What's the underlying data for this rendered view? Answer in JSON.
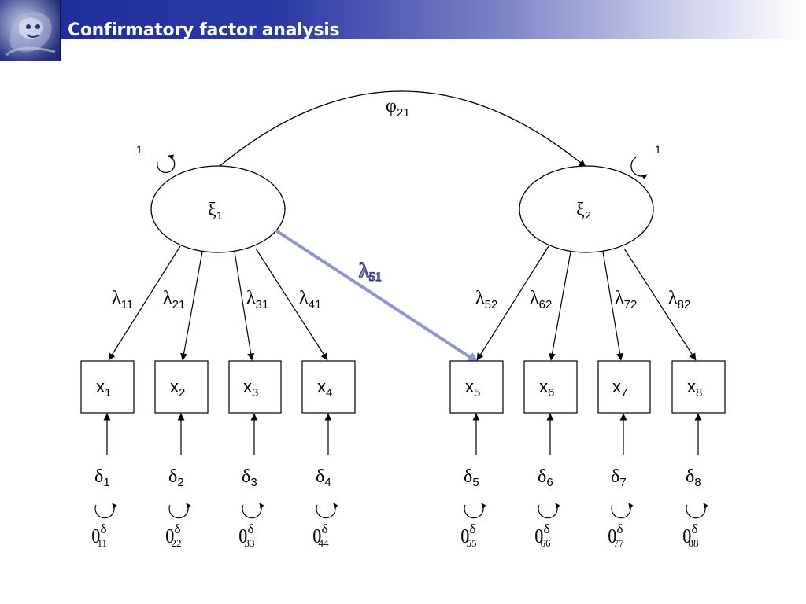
{
  "header": {
    "title": "Confirmatory factor analysis"
  },
  "diagram": {
    "factors": [
      {
        "id": "xi1",
        "symbol": "ξ",
        "sub": "1",
        "variance_label": "1"
      },
      {
        "id": "xi2",
        "symbol": "ξ",
        "sub": "2",
        "variance_label": "1"
      }
    ],
    "covariance": {
      "symbol": "φ",
      "sub": "21"
    },
    "indicators": [
      {
        "symbol": "x",
        "sub": "1",
        "factor": 0,
        "loading_symbol": "λ",
        "loading_sub": "11",
        "error_symbol": "δ",
        "error_sub": "1",
        "theta_symbol": "θ",
        "theta_sub": "11",
        "theta_sup": "δ"
      },
      {
        "symbol": "x",
        "sub": "2",
        "factor": 0,
        "loading_symbol": "λ",
        "loading_sub": "21",
        "error_symbol": "δ",
        "error_sub": "2",
        "theta_symbol": "θ",
        "theta_sub": "22",
        "theta_sup": "δ"
      },
      {
        "symbol": "x",
        "sub": "3",
        "factor": 0,
        "loading_symbol": "λ",
        "loading_sub": "31",
        "error_symbol": "δ",
        "error_sub": "3",
        "theta_symbol": "θ",
        "theta_sub": "33",
        "theta_sup": "δ"
      },
      {
        "symbol": "x",
        "sub": "4",
        "factor": 0,
        "loading_symbol": "λ",
        "loading_sub": "41",
        "error_symbol": "δ",
        "error_sub": "4",
        "theta_symbol": "θ",
        "theta_sub": "44",
        "theta_sup": "δ"
      },
      {
        "symbol": "x",
        "sub": "5",
        "factor": 1,
        "loading_symbol": "λ",
        "loading_sub": "52",
        "error_symbol": "δ",
        "error_sub": "5",
        "theta_symbol": "θ",
        "theta_sub": "55",
        "theta_sup": "δ"
      },
      {
        "symbol": "x",
        "sub": "6",
        "factor": 1,
        "loading_symbol": "λ",
        "loading_sub": "62",
        "error_symbol": "δ",
        "error_sub": "6",
        "theta_symbol": "θ",
        "theta_sub": "66",
        "theta_sup": "δ"
      },
      {
        "symbol": "x",
        "sub": "7",
        "factor": 1,
        "loading_symbol": "λ",
        "loading_sub": "72",
        "error_symbol": "δ",
        "error_sub": "7",
        "theta_symbol": "θ",
        "theta_sub": "77",
        "theta_sup": "δ"
      },
      {
        "symbol": "x",
        "sub": "8",
        "factor": 1,
        "loading_symbol": "λ",
        "loading_sub": "82",
        "error_symbol": "δ",
        "error_sub": "8",
        "theta_symbol": "θ",
        "theta_sub": "88",
        "theta_sup": "δ"
      }
    ],
    "cross_loading": {
      "symbol": "λ",
      "sub": "51",
      "from_factor": 0,
      "to_indicator": 4,
      "color": "#8f95d0"
    }
  },
  "colors": {
    "header_dark": "#1e2a9c",
    "highlight": "#8f95d0",
    "stroke": "#000000"
  },
  "icons": {
    "logo": "lion-emblem-icon"
  }
}
